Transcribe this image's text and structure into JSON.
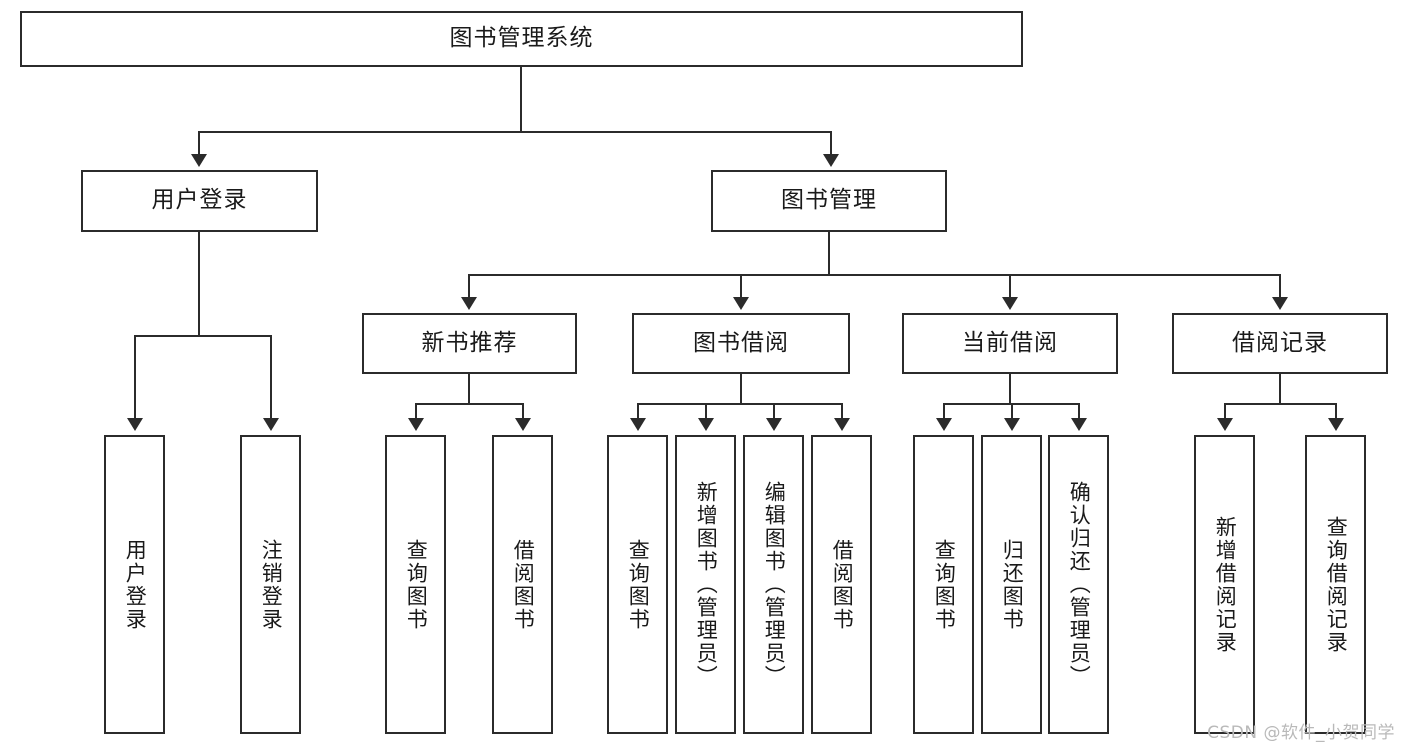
{
  "diagram": {
    "title": "图书管理系统",
    "type": "功能结构图",
    "watermark": "CSDN @软件_小贺同学",
    "line_color": "#2b2b2b",
    "box_fill": "#ffffff",
    "text_color": "#1a1a1a",
    "watermark_color": "#b9b9b9"
  },
  "nodes": {
    "root": {
      "label": "图书管理系统"
    },
    "level2": [
      {
        "label": "用户登录"
      },
      {
        "label": "图书管理"
      }
    ],
    "level3": [
      {
        "label": "新书推荐"
      },
      {
        "label": "图书借阅"
      },
      {
        "label": "当前借阅"
      },
      {
        "label": "借阅记录"
      }
    ],
    "leaves": {
      "user_login": [
        {
          "label": "用户登录"
        },
        {
          "label": "注销登录"
        }
      ],
      "new_book": [
        {
          "label": "查询图书"
        },
        {
          "label": "借阅图书"
        }
      ],
      "book_borrow": [
        {
          "label": "查询图书"
        },
        {
          "label": "新增图书（管理员）"
        },
        {
          "label": "编辑图书（管理员）"
        },
        {
          "label": "借阅图书"
        }
      ],
      "current_borrow": [
        {
          "label": "查询图书"
        },
        {
          "label": "归还图书"
        },
        {
          "label": "确认归还（管理员）"
        }
      ],
      "borrow_record": [
        {
          "label": "新增借阅记录"
        },
        {
          "label": "查询借阅记录"
        }
      ]
    }
  }
}
